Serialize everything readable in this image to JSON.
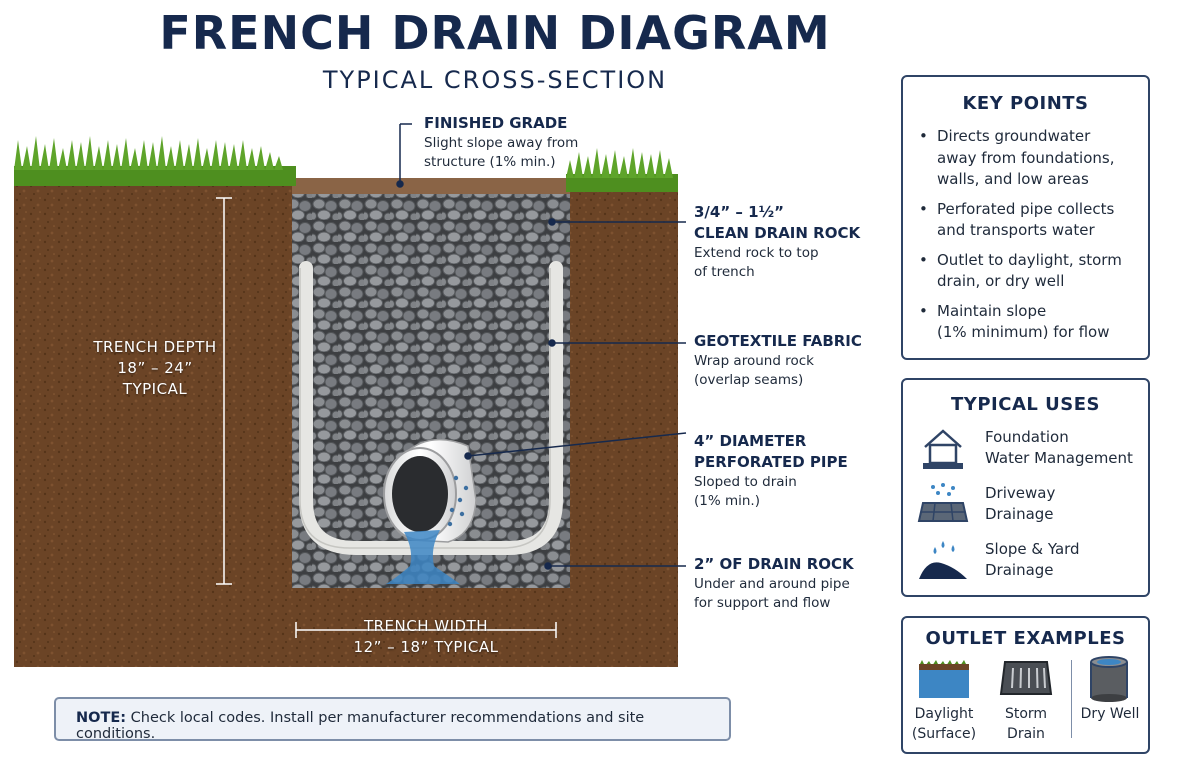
{
  "title": "FRENCH DRAIN DIAGRAM",
  "subtitle": "TYPICAL CROSS-SECTION",
  "labels": {
    "finished_grade": {
      "head": "FINISHED GRADE",
      "body1": "Slight slope away from",
      "body2": "structure (1% min.)"
    },
    "drain_rock": {
      "head1": "3/4” – 1½”",
      "head2": "CLEAN DRAIN ROCK",
      "body1": "Extend rock to top",
      "body2": "of trench"
    },
    "geotextile": {
      "head": "GEOTEXTILE FABRIC",
      "body1": "Wrap around rock",
      "body2": "(overlap seams)"
    },
    "pipe": {
      "head1": "4” DIAMETER",
      "head2": "PERFORATED PIPE",
      "body1": "Sloped to drain",
      "body2": "(1% min.)"
    },
    "bottom_rock": {
      "head": "2” OF DRAIN ROCK",
      "body1": "Under and around pipe",
      "body2": "for support and flow"
    }
  },
  "dimensions": {
    "depth": {
      "line1": "TRENCH DEPTH",
      "line2": "18” – 24”",
      "line3": "TYPICAL"
    },
    "width": {
      "line1": "TRENCH WIDTH",
      "line2": "12” – 18” TYPICAL"
    }
  },
  "key_points": {
    "title": "KEY POINTS",
    "items": [
      {
        "l1": "Directs groundwater",
        "l2": "away from foundations,",
        "l3": "walls, and low areas"
      },
      {
        "l1": "Perforated pipe collects",
        "l2": "and transports water"
      },
      {
        "l1": "Outlet to daylight, storm",
        "l2": "drain, or dry well"
      },
      {
        "l1": "Maintain slope",
        "l2": "(1% minimum) for flow"
      }
    ]
  },
  "typical_uses": {
    "title": "TYPICAL USES",
    "items": [
      {
        "icon": "house-icon",
        "l1": "Foundation",
        "l2": "Water Management"
      },
      {
        "icon": "driveway-icon",
        "l1": "Driveway",
        "l2": "Drainage"
      },
      {
        "icon": "slope-icon",
        "l1": "Slope & Yard",
        "l2": "Drainage"
      }
    ]
  },
  "outlets": {
    "title": "OUTLET EXAMPLES",
    "items": [
      {
        "icon": "daylight-icon",
        "l1": "Daylight",
        "l2": "(Surface)"
      },
      {
        "icon": "storm-drain-icon",
        "l1": "Storm",
        "l2": "Drain"
      },
      {
        "icon": "dry-well-icon",
        "l1": "Dry Well",
        "l2": ""
      }
    ]
  },
  "note": {
    "label": "NOTE:",
    "text": "Check local codes. Install per manufacturer recommendations and site conditions."
  },
  "colors": {
    "navy": "#16294d",
    "soil": "#6b4426",
    "grass": "#4e8f1f",
    "rock": "#7d8084",
    "fabric": "#e6e6e3"
  }
}
